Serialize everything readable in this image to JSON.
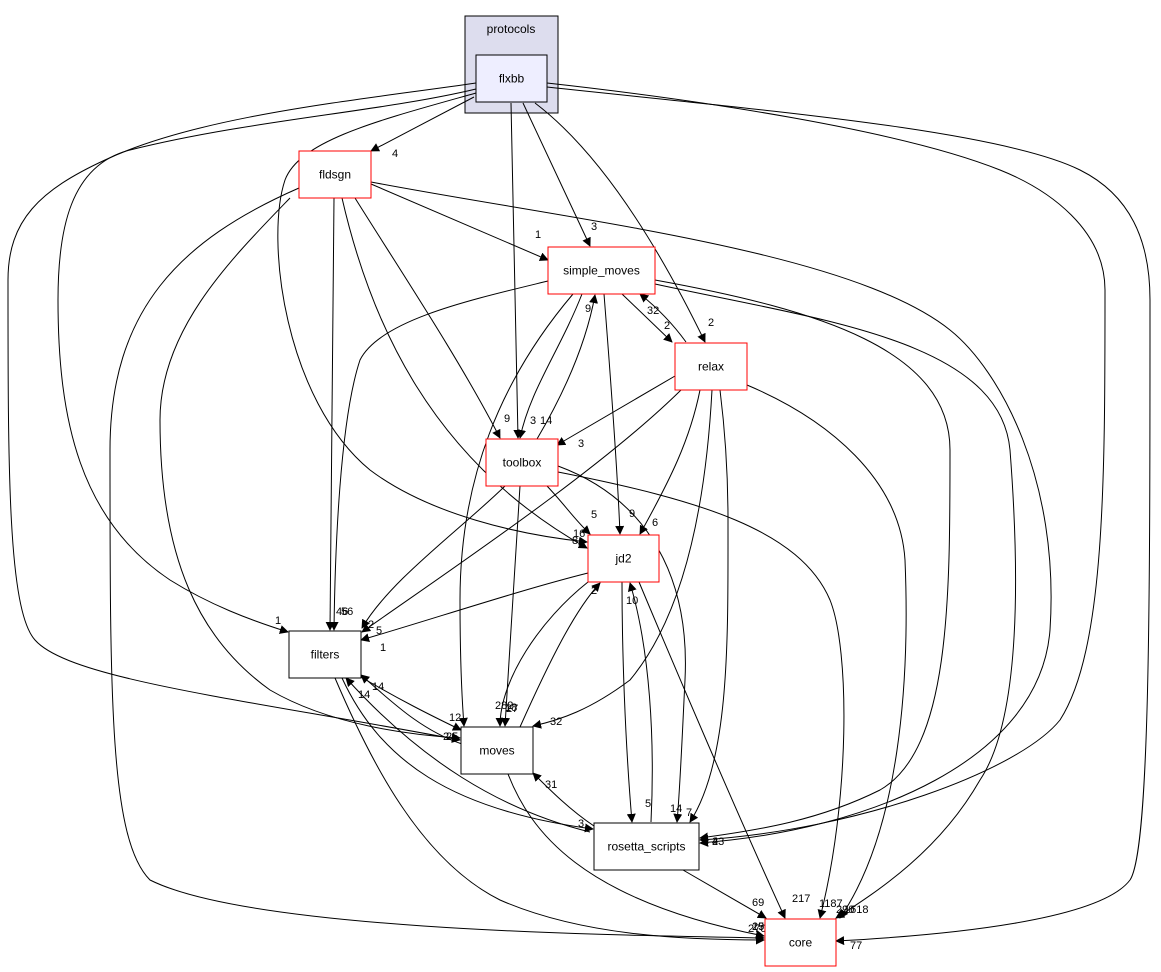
{
  "graph": {
    "cluster": {
      "label": "protocols",
      "fill": "#ddddee",
      "stroke": "#000000"
    },
    "focus": {
      "id": "flxbb",
      "label": "flxbb",
      "fill": "#eeeeff"
    },
    "nodes": [
      {
        "id": "fldsgn",
        "label": "fldsgn",
        "border": "#ff0000"
      },
      {
        "id": "simple_moves",
        "label": "simple_moves",
        "border": "#ff0000"
      },
      {
        "id": "relax",
        "label": "relax",
        "border": "#ff0000"
      },
      {
        "id": "toolbox",
        "label": "toolbox",
        "border": "#ff0000"
      },
      {
        "id": "jd2",
        "label": "jd2",
        "border": "#ff0000"
      },
      {
        "id": "filters",
        "label": "filters",
        "border": "#000000"
      },
      {
        "id": "moves",
        "label": "moves",
        "border": "#000000"
      },
      {
        "id": "rosetta_scripts",
        "label": "rosetta_scripts",
        "border": "#000000"
      },
      {
        "id": "core",
        "label": "core",
        "border": "#ff0000"
      }
    ],
    "edges": [
      {
        "from": "flxbb",
        "to": "fldsgn",
        "label": "4"
      },
      {
        "from": "flxbb",
        "to": "simple_moves",
        "label": "3"
      },
      {
        "from": "flxbb",
        "to": "relax",
        "label": "2"
      },
      {
        "from": "flxbb",
        "to": "toolbox",
        "label": "3"
      },
      {
        "from": "flxbb",
        "to": "jd2",
        "label": "8"
      },
      {
        "from": "flxbb",
        "to": "filters",
        "label": "1"
      },
      {
        "from": "flxbb",
        "to": "moves",
        "label": "2"
      },
      {
        "from": "flxbb",
        "to": "rosetta_scripts",
        "label": "4"
      },
      {
        "from": "flxbb",
        "to": "core",
        "label": "77"
      },
      {
        "from": "fldsgn",
        "to": "simple_moves",
        "label": "1"
      },
      {
        "from": "fldsgn",
        "to": "toolbox",
        "label": "9"
      },
      {
        "from": "fldsgn",
        "to": "jd2",
        "label": "16"
      },
      {
        "from": "fldsgn",
        "to": "filters",
        "label": "46"
      },
      {
        "from": "fldsgn",
        "to": "moves",
        "label": "25"
      },
      {
        "from": "fldsgn",
        "to": "rosetta_scripts",
        "label": "43"
      },
      {
        "from": "fldsgn",
        "to": "core",
        "label": "270"
      },
      {
        "from": "simple_moves",
        "to": "relax",
        "label": "2"
      },
      {
        "from": "simple_moves",
        "to": "toolbox",
        "label": "14"
      },
      {
        "from": "simple_moves",
        "to": "jd2",
        "label": "9"
      },
      {
        "from": "simple_moves",
        "to": "filters",
        "label": "56"
      },
      {
        "from": "simple_moves",
        "to": "moves",
        "label": "282"
      },
      {
        "from": "simple_moves",
        "to": "rosetta_scripts",
        "label": "2"
      },
      {
        "from": "simple_moves",
        "to": "core",
        "label": "1618"
      },
      {
        "from": "relax",
        "to": "simple_moves",
        "label": "32"
      },
      {
        "from": "relax",
        "to": "toolbox",
        "label": "3"
      },
      {
        "from": "relax",
        "to": "jd2",
        "label": "6"
      },
      {
        "from": "relax",
        "to": "filters",
        "label": "5"
      },
      {
        "from": "relax",
        "to": "moves",
        "label": "32"
      },
      {
        "from": "relax",
        "to": "rosetta_scripts",
        "label": "7"
      },
      {
        "from": "relax",
        "to": "core",
        "label": "290"
      },
      {
        "from": "toolbox",
        "to": "simple_moves",
        "label": "9"
      },
      {
        "from": "toolbox",
        "to": "jd2",
        "label": "5"
      },
      {
        "from": "toolbox",
        "to": "filters",
        "label": "2"
      },
      {
        "from": "toolbox",
        "to": "moves",
        "label": "27"
      },
      {
        "from": "toolbox",
        "to": "rosetta_scripts",
        "label": "14"
      },
      {
        "from": "toolbox",
        "to": "core",
        "label": "1187"
      },
      {
        "from": "jd2",
        "to": "filters",
        "label": "1"
      },
      {
        "from": "jd2",
        "to": "moves",
        "label": "18"
      },
      {
        "from": "jd2",
        "to": "rosetta_scripts",
        "label": "5"
      },
      {
        "from": "jd2",
        "to": "core",
        "label": "217"
      },
      {
        "from": "filters",
        "to": "moves",
        "label": "12"
      },
      {
        "from": "filters",
        "to": "rosetta_scripts",
        "label": "3"
      },
      {
        "from": "filters",
        "to": "core",
        "label": "192"
      },
      {
        "from": "moves",
        "to": "jd2",
        "label": "2"
      },
      {
        "from": "moves",
        "to": "filters",
        "label": "14"
      },
      {
        "from": "moves",
        "to": "core",
        "label": "252"
      },
      {
        "from": "rosetta_scripts",
        "to": "jd2",
        "label": "10"
      },
      {
        "from": "rosetta_scripts",
        "to": "filters",
        "label": "14"
      },
      {
        "from": "rosetta_scripts",
        "to": "moves",
        "label": "31"
      },
      {
        "from": "rosetta_scripts",
        "to": "core",
        "label": "69"
      }
    ]
  }
}
